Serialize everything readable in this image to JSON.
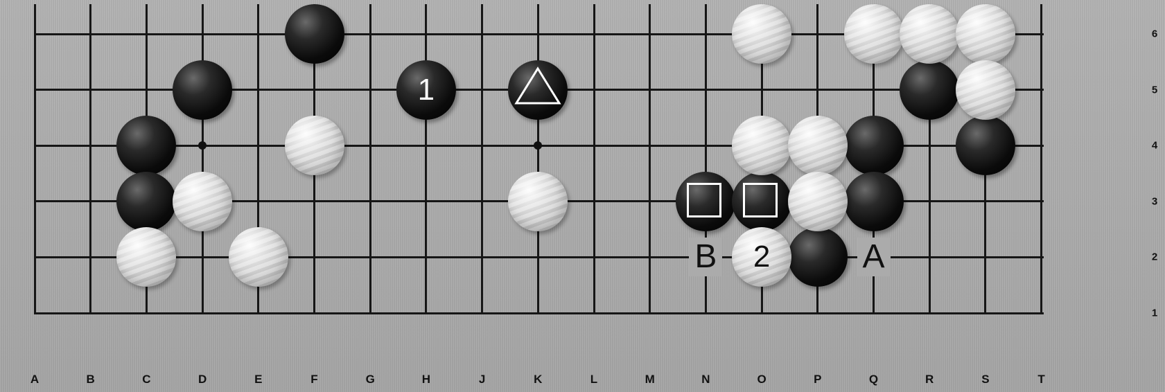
{
  "board": {
    "columns": [
      "A",
      "B",
      "C",
      "D",
      "E",
      "F",
      "G",
      "H",
      "J",
      "K",
      "L",
      "M",
      "N",
      "O",
      "P",
      "Q",
      "R",
      "S",
      "T"
    ],
    "rows": [
      "1",
      "2",
      "3",
      "4",
      "5",
      "6"
    ],
    "hoshi": [
      "D4",
      "K4"
    ],
    "stones": [
      {
        "color": "black",
        "point": "F6"
      },
      {
        "color": "black",
        "point": "D5"
      },
      {
        "color": "black",
        "point": "H5",
        "label": "1"
      },
      {
        "color": "black",
        "point": "K5",
        "marker": "triangle"
      },
      {
        "color": "black",
        "point": "C4"
      },
      {
        "color": "black",
        "point": "C3"
      },
      {
        "color": "black",
        "point": "N3",
        "marker": "square"
      },
      {
        "color": "black",
        "point": "O3",
        "marker": "square"
      },
      {
        "color": "black",
        "point": "Q4"
      },
      {
        "color": "black",
        "point": "Q3"
      },
      {
        "color": "black",
        "point": "P2"
      },
      {
        "color": "black",
        "point": "R5"
      },
      {
        "color": "black",
        "point": "S4"
      },
      {
        "color": "white",
        "point": "F4"
      },
      {
        "color": "white",
        "point": "D3"
      },
      {
        "color": "white",
        "point": "C2"
      },
      {
        "color": "white",
        "point": "E2"
      },
      {
        "color": "white",
        "point": "K3"
      },
      {
        "color": "white",
        "point": "O6"
      },
      {
        "color": "white",
        "point": "Q6"
      },
      {
        "color": "white",
        "point": "R6"
      },
      {
        "color": "white",
        "point": "S6"
      },
      {
        "color": "white",
        "point": "S5"
      },
      {
        "color": "white",
        "point": "O4"
      },
      {
        "color": "white",
        "point": "P4"
      },
      {
        "color": "white",
        "point": "P3"
      },
      {
        "color": "white",
        "point": "O2",
        "label": "2"
      }
    ],
    "letters": [
      {
        "point": "N2",
        "text": "B"
      },
      {
        "point": "Q2",
        "text": "A"
      }
    ]
  }
}
